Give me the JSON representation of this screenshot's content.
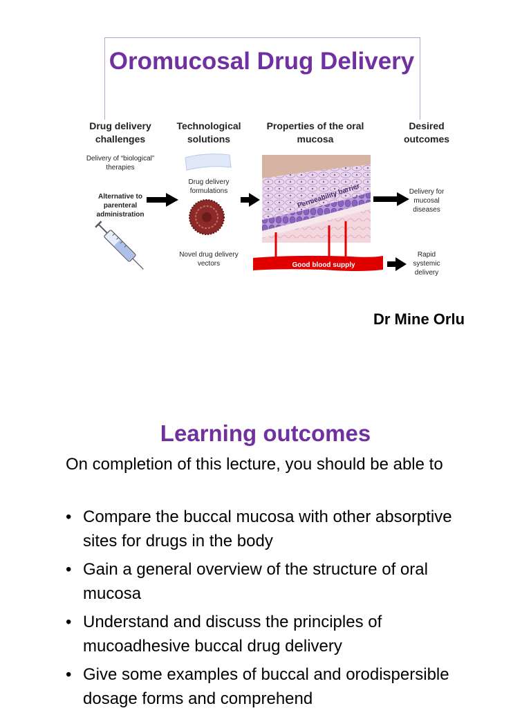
{
  "title": "Oromucosal Drug Delivery",
  "author": "Dr Mine Orlu",
  "figure": {
    "col_headers": [
      {
        "line1": "Drug delivery",
        "line2": "challenges"
      },
      {
        "line1": "Technological",
        "line2": "solutions"
      },
      {
        "line1": "Properties of the oral",
        "line2": "mucosa"
      },
      {
        "line1": "Desired",
        "line2": "outcomes"
      }
    ],
    "challenge_biological": [
      "Delivery of “biological”",
      "therapies"
    ],
    "challenge_parenteral": [
      "Alternative to",
      "parenteral",
      "administration"
    ],
    "solution_formulations": [
      "Drug delivery",
      "formulations"
    ],
    "solution_vectors": [
      "Novel drug delivery",
      "vectors"
    ],
    "permeability_label": "Permeability barrier",
    "blood_supply_label": "Good blood supply",
    "outcome_mucosal": [
      "Delivery for",
      "mucosal",
      "diseases"
    ],
    "outcome_systemic": [
      "Rapid",
      "systemic",
      "delivery"
    ]
  },
  "learning": {
    "title": "Learning outcomes",
    "intro": "On completion of this lecture, you should be able to",
    "bullets": [
      "Compare the buccal mucosa with other absorptive sites  for drugs in the body",
      "Gain a general overview of the structure of oral mucosa",
      "Understand and discuss the principles of mucoadhesive buccal drug delivery",
      "Give some examples of buccal and orodispersible dosage forms and comprehend"
    ]
  },
  "colors": {
    "accent": "#7030a0",
    "blood": "#e00000",
    "mucosa_pink": "#e8b6c4",
    "mucosa_purple": "#9b7bc4"
  }
}
